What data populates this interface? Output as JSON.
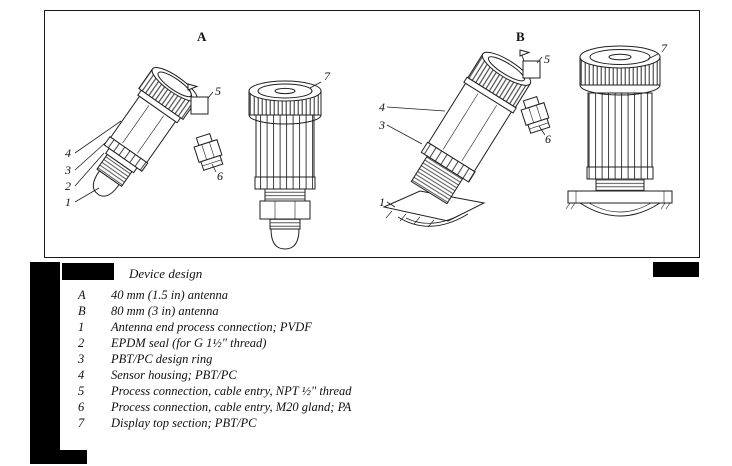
{
  "figure": {
    "variant_a": "A",
    "variant_b": "B",
    "callouts": {
      "c1": "1",
      "c2": "2",
      "c3": "3",
      "c4": "4",
      "c5": "5",
      "c6": "6",
      "c7": "7"
    }
  },
  "caption": {
    "title": "Device design"
  },
  "legend": {
    "items": [
      {
        "key": "A",
        "text": "40 mm (1.5 in) antenna"
      },
      {
        "key": "B",
        "text": "80 mm (3 in) antenna"
      },
      {
        "key": "1",
        "text": "Antenna end process connection; PVDF"
      },
      {
        "key": "2",
        "text": "EPDM seal (for G 1½\" thread)"
      },
      {
        "key": "3",
        "text": "PBT/PC design ring"
      },
      {
        "key": "4",
        "text": "Sensor housing; PBT/PC"
      },
      {
        "key": "5",
        "text": "Process connection, cable entry, NPT ½\" thread"
      },
      {
        "key": "6",
        "text": "Process connection, cable entry, M20 gland; PA"
      },
      {
        "key": "7",
        "text": "Display top section; PBT/PC"
      }
    ]
  }
}
